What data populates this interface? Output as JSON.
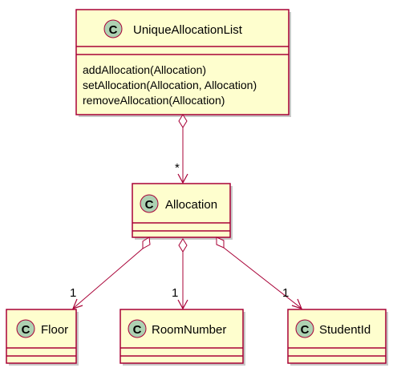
{
  "colors": {
    "class_fill": "#FEFECE",
    "border": "#A80036",
    "circle_fill": "#ADD1B2",
    "shadow": "#C8C8C8"
  },
  "classes": {
    "unique_allocation_list": {
      "stereotype_letter": "C",
      "name": "UniqueAllocationList",
      "methods": [
        "addAllocation(Allocation)",
        "setAllocation(Allocation, Allocation)",
        "removeAllocation(Allocation)"
      ]
    },
    "allocation": {
      "stereotype_letter": "C",
      "name": "Allocation"
    },
    "floor": {
      "stereotype_letter": "C",
      "name": "Floor"
    },
    "room_number": {
      "stereotype_letter": "C",
      "name": "RoomNumber"
    },
    "student_id": {
      "stereotype_letter": "C",
      "name": "StudentId"
    }
  },
  "relations": [
    {
      "from": "UniqueAllocationList",
      "to": "Allocation",
      "type": "aggregation",
      "multiplicity": "*"
    },
    {
      "from": "Allocation",
      "to": "Floor",
      "type": "aggregation",
      "multiplicity": "1"
    },
    {
      "from": "Allocation",
      "to": "RoomNumber",
      "type": "aggregation",
      "multiplicity": "1"
    },
    {
      "from": "Allocation",
      "to": "StudentId",
      "type": "aggregation",
      "multiplicity": "1"
    }
  ]
}
